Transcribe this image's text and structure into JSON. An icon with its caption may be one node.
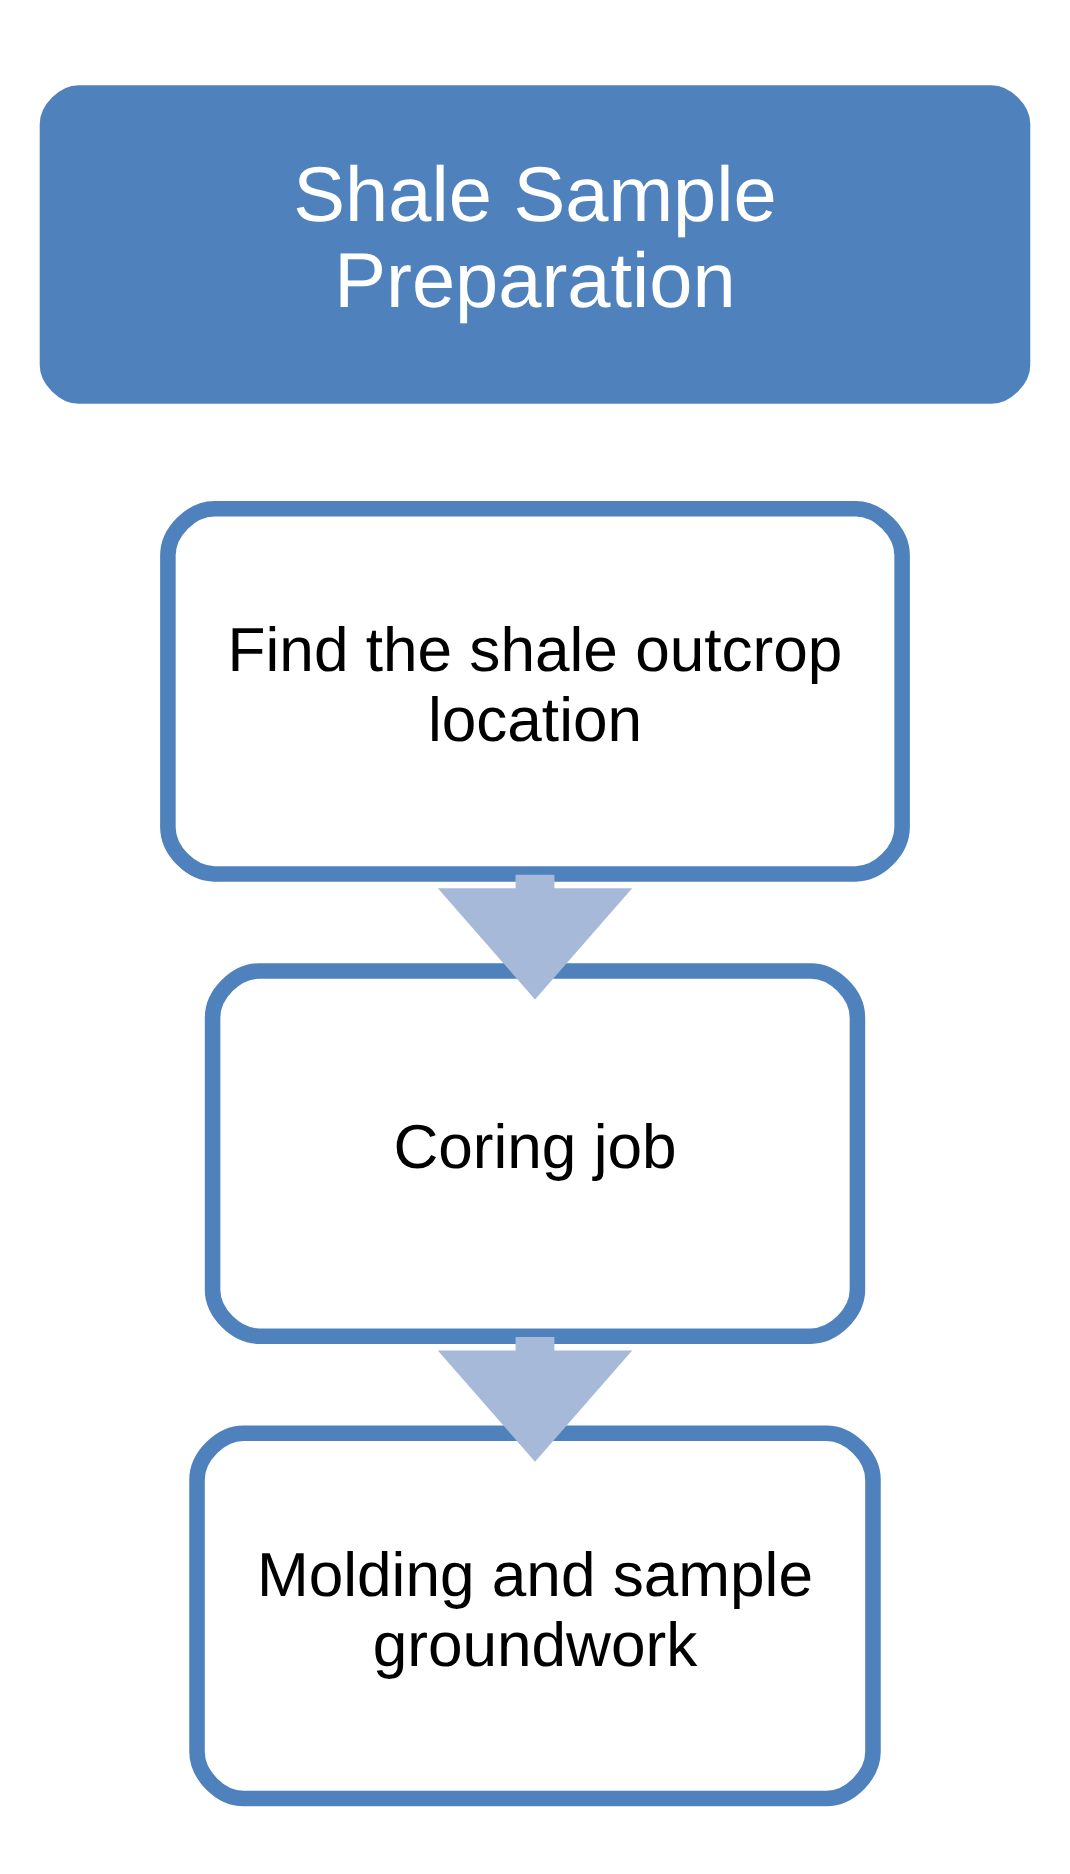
{
  "diagram": {
    "nodes": [
      {
        "text": [
          "Shale Sample Preparation"
        ]
      },
      {
        "text": [
          "Find the shale outcrop location"
        ]
      },
      {
        "text": [
          "Coring job"
        ]
      },
      {
        "text": [
          "Molding and sample groundwork"
        ]
      }
    ],
    "edges": [
      {
        "from": 1,
        "to": 2,
        "arrow": "to"
      },
      {
        "from": 2,
        "to": 3,
        "arrow": "to"
      }
    ]
  }
}
